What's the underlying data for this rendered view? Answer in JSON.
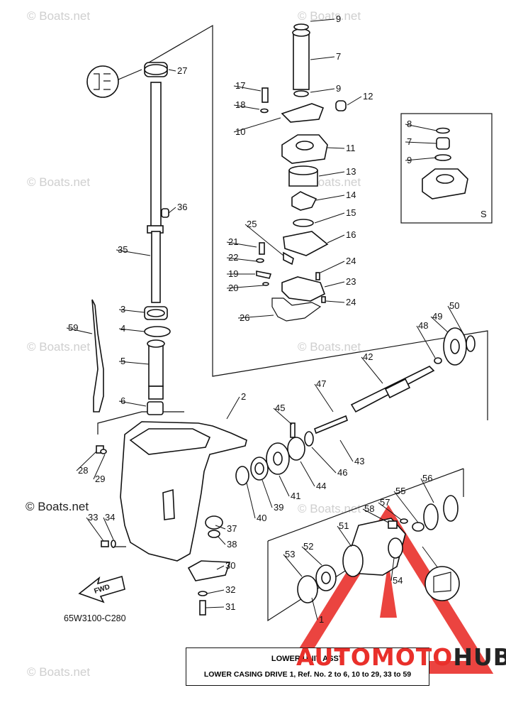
{
  "watermark": "© Boats.net",
  "watermark_main": "© Boats.net",
  "drawing_code": "65W3100-C280",
  "fwd_label": "FWD",
  "set_label": "S",
  "title_box": {
    "line1": "LOWER UNIT ASSY",
    "line2": "LOWER CASING DRIVE 1, Ref. No. 2 to 6, 10 to 29, 33 to 59"
  },
  "brand": {
    "part1": "AUTOMOTO",
    "part2": "HUB"
  },
  "colors": {
    "brand_red": "#e9302b",
    "ink": "#111111",
    "watermark": "#cfcfcf"
  },
  "callouts": [
    "9",
    "7",
    "9",
    "17",
    "12",
    "18",
    "10",
    "11",
    "13",
    "14",
    "15",
    "16",
    "21",
    "25",
    "22",
    "24",
    "19",
    "23",
    "20",
    "24",
    "26",
    "27",
    "36",
    "35",
    "3",
    "4",
    "59",
    "5",
    "6",
    "2",
    "28",
    "29",
    "45",
    "47",
    "42",
    "48",
    "49",
    "50",
    "43",
    "46",
    "44",
    "41",
    "40",
    "39",
    "37",
    "38",
    "33",
    "34",
    "30",
    "32",
    "31",
    "58",
    "57",
    "55",
    "56",
    "51",
    "52",
    "53",
    "54",
    "1",
    "8",
    "7",
    "9"
  ]
}
